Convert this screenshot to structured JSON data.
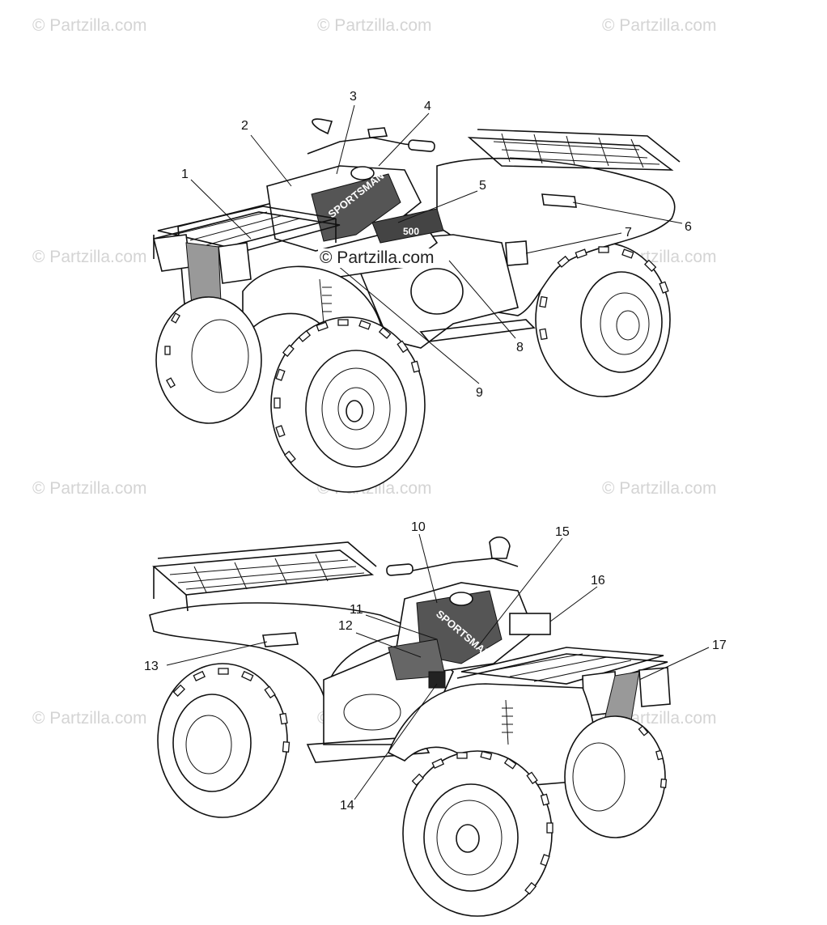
{
  "watermark": "© Partzilla.com",
  "callouts": [
    "1",
    "2",
    "3",
    "4",
    "5",
    "6",
    "7",
    "8",
    "9",
    "10",
    "11",
    "12",
    "13",
    "14",
    "15",
    "16",
    "17"
  ],
  "decals": {
    "tank_text": "SPORTSMAN",
    "side_text": "500",
    "tank_text_rear": "SPORTSMAN"
  }
}
